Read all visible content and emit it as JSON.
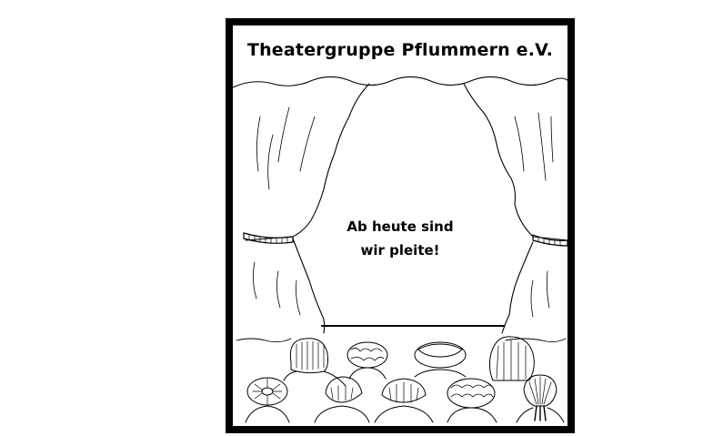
{
  "poster": {
    "title": "Theatergruppe Pflummern e.V.",
    "speech_lines": [
      "Ab heute sind",
      "wir pleite!"
    ]
  },
  "illustration": {
    "elements": [
      "stage-curtain-valance",
      "left-curtain",
      "right-curtain",
      "curtain-tiebacks",
      "stage-edge",
      "audience-heads"
    ],
    "audience_count": 9
  },
  "colors": {
    "ink": "#000000",
    "paper": "#ffffff"
  }
}
